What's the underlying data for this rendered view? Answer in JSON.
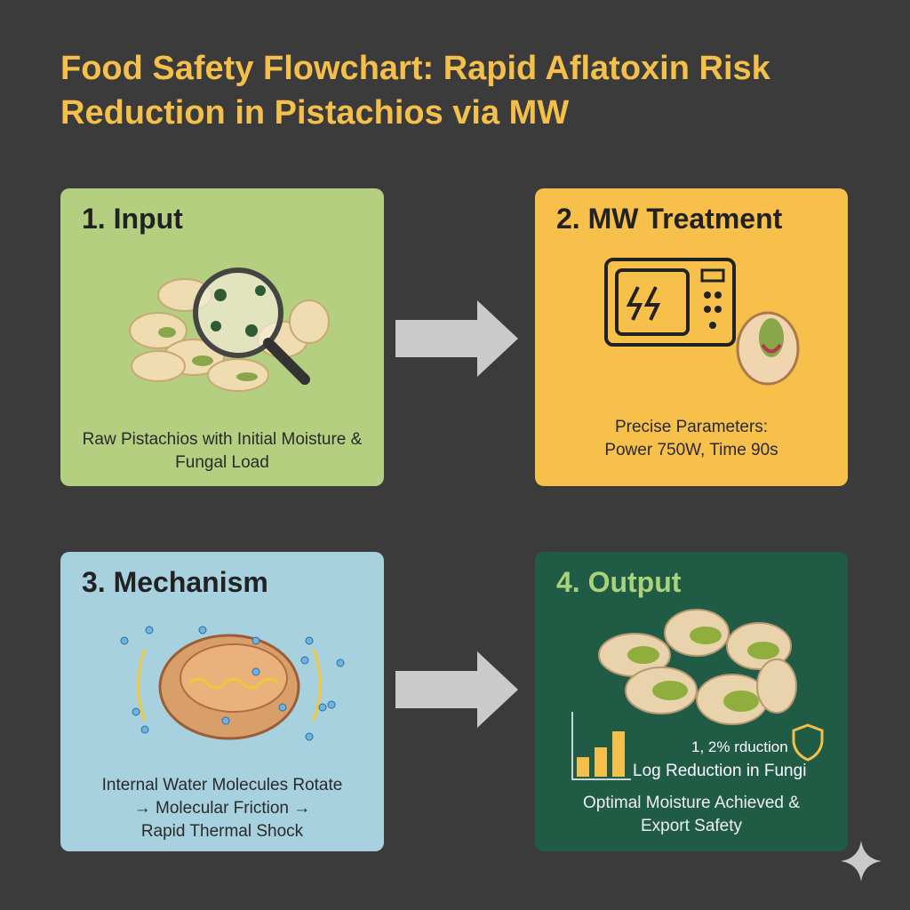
{
  "title": "Food Safety Flowchart: Rapid Aflatoxin Risk Reduction in Pistachios via MW",
  "steps": [
    {
      "heading": "1. Input",
      "caption": "Raw Pistachios with Initial Moisture & Fungal Load"
    },
    {
      "heading": "2. MW Treatment",
      "caption_line1": "Precise Parameters:",
      "caption_line2": "Power 750W, Time 90s"
    },
    {
      "heading": "3. Mechanism",
      "caption_line1": "Internal Water Molecules Rotate",
      "caption_line2": "→ Molecular Friction →",
      "caption_line3": "Rapid Thermal Shock"
    },
    {
      "heading": "4. Output",
      "stat": "1, 2% rduction",
      "stat_label": "Log Reduction in Fungi",
      "caption": "Optimal Moisture Achieved & Export Safety"
    }
  ],
  "colors": {
    "title": "#f4bf4a",
    "input": "#b4cf7f",
    "treatment": "#f7c04a",
    "mechanism": "#a8d1e0",
    "output": "#1f5b45"
  }
}
